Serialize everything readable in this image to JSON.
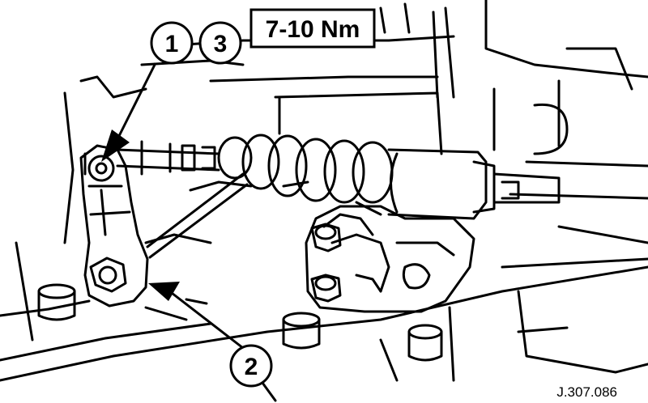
{
  "callouts": [
    {
      "id": "1",
      "label": "1"
    },
    {
      "id": "3",
      "label": "3"
    },
    {
      "id": "2",
      "label": "2"
    }
  ],
  "torque_spec": "7-10 Nm",
  "figure_ref": "J.307.086",
  "colors": {
    "ink": "#000000",
    "paper": "#ffffff"
  }
}
